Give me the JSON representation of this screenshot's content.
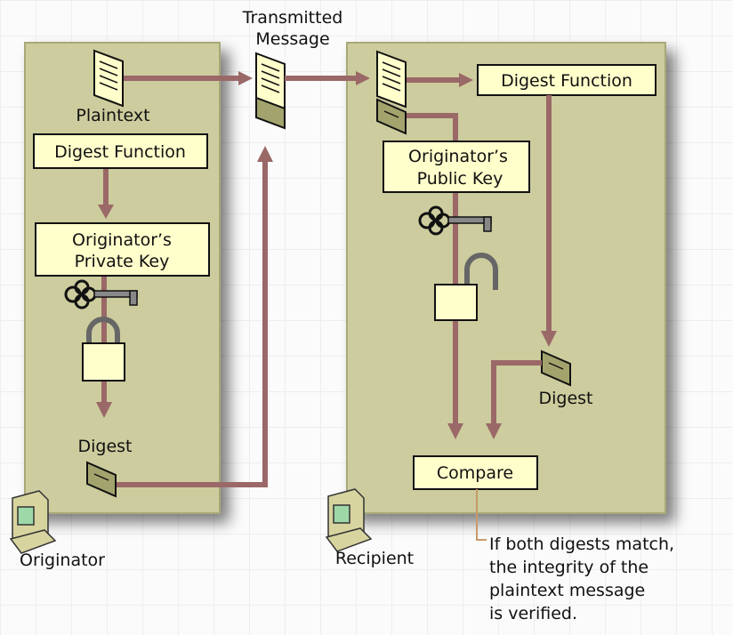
{
  "title": {
    "line1": "Transmitted",
    "line2": "Message"
  },
  "originator": {
    "label": "Originator",
    "plaintext_label": "Plaintext",
    "digest_function": "Digest Function",
    "key_box": {
      "line1": "Originator’s",
      "line2": "Private Key"
    },
    "digest_label": "Digest",
    "icons": [
      "document-icon",
      "key-icon",
      "closed-lock-icon",
      "digest-icon",
      "computer-icon"
    ]
  },
  "recipient": {
    "label": "Recipient",
    "digest_function": "Digest Function",
    "key_box": {
      "line1": "Originator’s",
      "line2": "Public Key"
    },
    "digest_label": "Digest",
    "compare": "Compare",
    "icons": [
      "document-icon",
      "digest-icon",
      "key-icon",
      "open-lock-icon",
      "computer-icon"
    ]
  },
  "callout": {
    "lines": [
      "If both digests match,",
      "the integrity of the",
      "plaintext message",
      "is verified."
    ]
  },
  "colors": {
    "panel": "#cccc9e",
    "box": "#ffffcc",
    "arrow": "#9b6868",
    "callout_line": "#c89a6a"
  }
}
